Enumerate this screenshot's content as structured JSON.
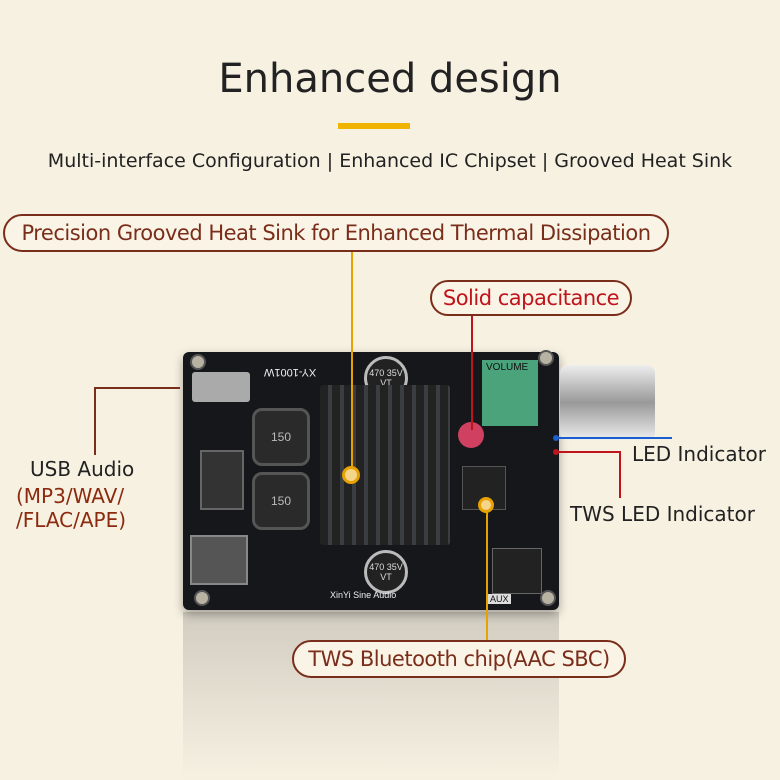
{
  "header": {
    "title": "Enhanced design",
    "subtitle": "Multi-interface Configuration | Enhanced IC Chipset | Grooved Heat Sink"
  },
  "callouts": {
    "heat_sink": "Precision Grooved Heat Sink for Enhanced Thermal Dissipation",
    "capacitance": "Solid capacitance",
    "led_indicator": "LED Indicator",
    "tws_led_indicator": "TWS LED Indicator",
    "usb_audio": "USB Audio",
    "usb_formats_1": "(MP3/WAV/",
    "usb_formats_2": "/FLAC/APE)",
    "bt_chip": "TWS Bluetooth chip(AAC SBC)"
  },
  "board": {
    "model": "XY-1001W",
    "cap_label": "470 35V VT",
    "inductor_label": "150",
    "volume": "VOLUME",
    "aux": "AUX",
    "brand": "XinYi Sine Audio"
  },
  "colors": {
    "accent": "#f0b400",
    "brown": "#7a2d1a",
    "red": "#c0141c",
    "blue": "#1a5fd0"
  }
}
